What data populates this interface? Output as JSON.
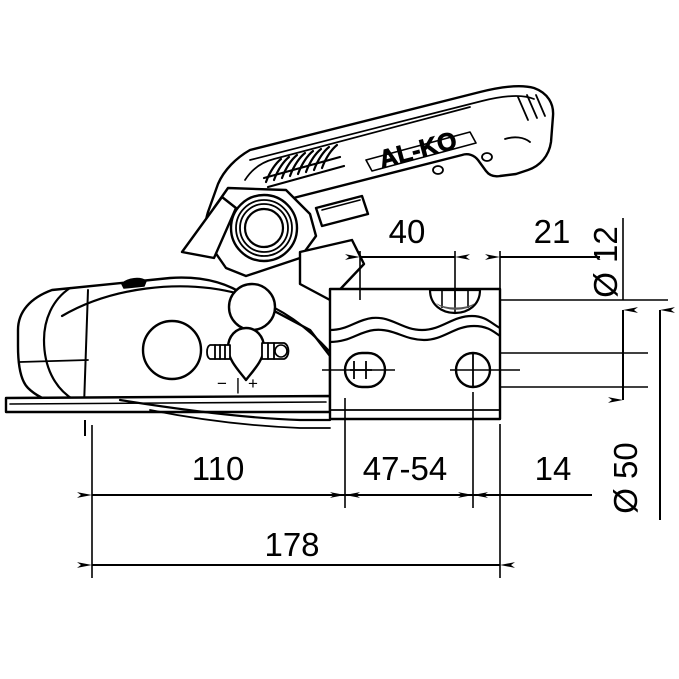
{
  "drawing": {
    "title": "AL-KO trailer ball coupling technical drawing",
    "brand": "AL-KO",
    "background_color": "#ffffff",
    "line_color": "#000000",
    "fill_color": "#ffffff",
    "shade_color": "#e8e8e8"
  },
  "markings": {
    "adjuster_minus": "−",
    "adjuster_bar": "|",
    "adjuster_plus": "+"
  },
  "dimensions": {
    "top": [
      {
        "id": "dim-40",
        "label": "40",
        "orientation": "horizontal"
      },
      {
        "id": "dim-21",
        "label": "21",
        "orientation": "horizontal"
      }
    ],
    "bottom": [
      {
        "id": "dim-110",
        "label": "110",
        "orientation": "horizontal"
      },
      {
        "id": "dim-47-54",
        "label": "47-54",
        "orientation": "horizontal"
      },
      {
        "id": "dim-14",
        "label": "14",
        "orientation": "horizontal"
      },
      {
        "id": "dim-178",
        "label": "178",
        "orientation": "horizontal"
      }
    ],
    "right": [
      {
        "id": "dim-d12",
        "label": "Ø 12",
        "orientation": "vertical"
      },
      {
        "id": "dim-d50",
        "label": "Ø 50",
        "orientation": "vertical"
      }
    ]
  }
}
